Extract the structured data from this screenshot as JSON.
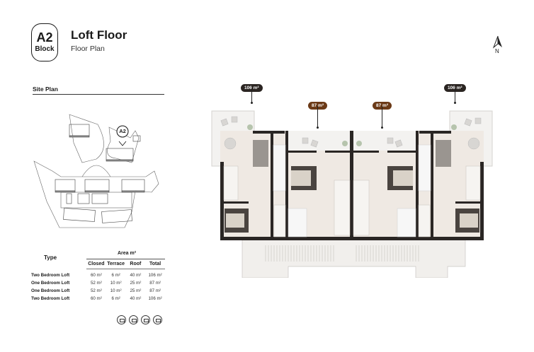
{
  "header": {
    "block_code": "A2",
    "block_label": "Block",
    "title": "Loft Floor",
    "subtitle": "Floor Plan"
  },
  "compass": {
    "label": "N",
    "icon": "north-arrow-icon"
  },
  "site_plan": {
    "title": "Site Plan",
    "marker_label": "A2"
  },
  "area_table": {
    "type_header": "Type",
    "area_header": "Area m²",
    "columns": [
      "Closed",
      "Terrace",
      "Roof",
      "Total"
    ],
    "rows": [
      {
        "type": "Two Bedroom Loft",
        "closed": "60 m²",
        "terrace": "6 m²",
        "roof": "40 m²",
        "total": "106 m²"
      },
      {
        "type": "One Bedroom Loft",
        "closed": "52 m²",
        "terrace": "10 m²",
        "roof": "25 m²",
        "total": "87 m²"
      },
      {
        "type": "One Bedroom Loft",
        "closed": "52 m²",
        "terrace": "10 m²",
        "roof": "25 m²",
        "total": "87 m²"
      },
      {
        "type": "Two Bedroom Loft",
        "closed": "60 m²",
        "terrace": "6 m²",
        "roof": "40 m²",
        "total": "106 m²"
      }
    ]
  },
  "amenities": [
    {
      "icon": "bed-icon"
    },
    {
      "icon": "bathtub-icon"
    },
    {
      "icon": "sofa-icon"
    },
    {
      "icon": "stove-icon"
    }
  ],
  "floor_plan": {
    "unit_labels": [
      {
        "label": "106 m²",
        "color": "#2b2522"
      },
      {
        "label": "87 m²",
        "color": "#6b3a17"
      },
      {
        "label": "87 m²",
        "color": "#6b3a17"
      },
      {
        "label": "106 m²",
        "color": "#2b2522"
      }
    ],
    "colors": {
      "wall": "#2a2624",
      "floor": "#efe9e3",
      "terrace": "#f3f2f0",
      "furniture": "#d9d2c8",
      "bed_frame": "#4a4440"
    }
  }
}
